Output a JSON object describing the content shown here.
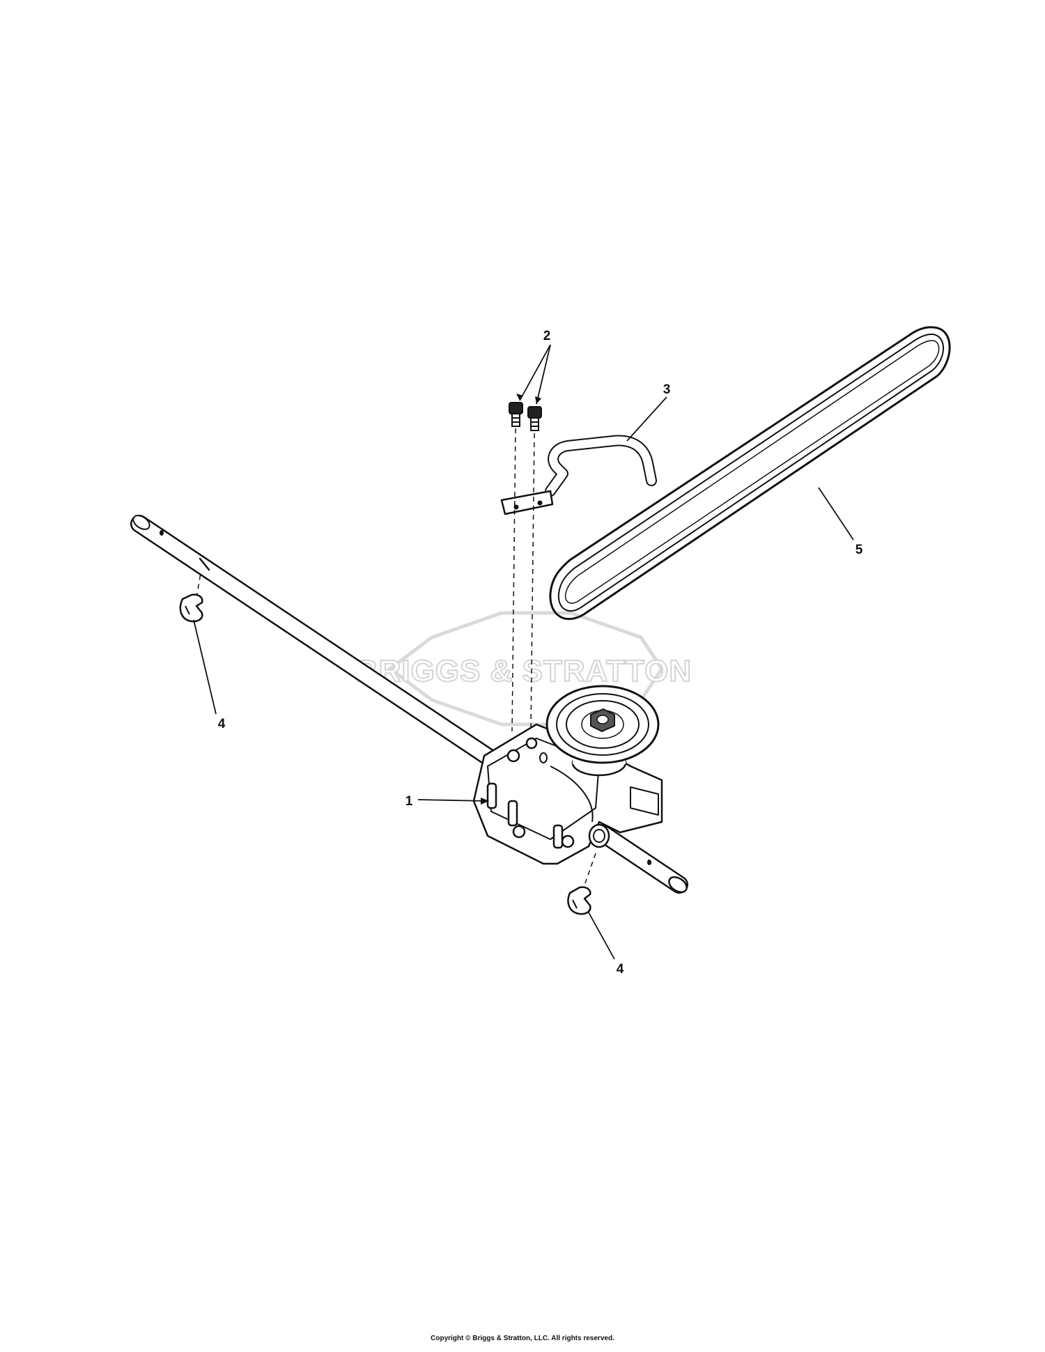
{
  "callouts": {
    "gearbox": "1",
    "bolts": "2",
    "shift_rod": "3",
    "clips": [
      "4",
      "4"
    ],
    "belt": "5"
  },
  "watermark": "BRIGGS & STRATTON",
  "copyright": "Copyright © Briggs & Stratton, LLC. All rights reserved."
}
